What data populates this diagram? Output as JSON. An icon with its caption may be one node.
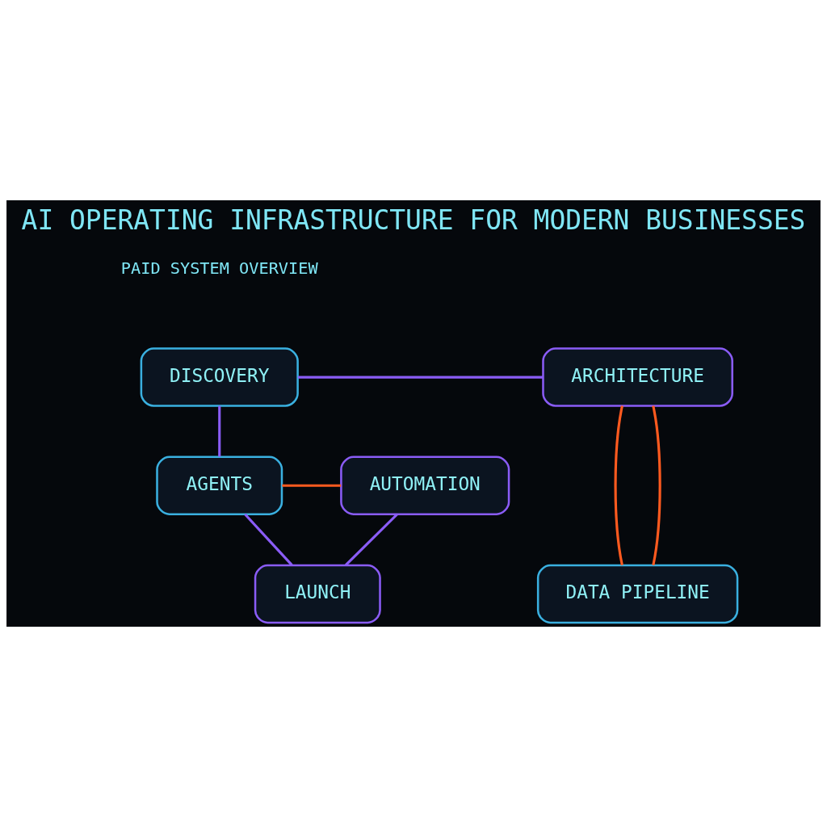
{
  "diagram": {
    "title": "AI OPERATING INFRASTRUCTURE FOR MODERN BUSINESSES",
    "nodes": [
      {
        "text": [
          "DISCOVERY"
        ]
      },
      {
        "text": [
          "ARCHITECTURE"
        ]
      },
      {
        "text": [
          "AUTOMATION"
        ]
      },
      {
        "text": [
          "AGENTS"
        ]
      },
      {
        "text": [
          "LAUNCH"
        ]
      },
      {
        "text": [
          "DATA PIPELINE"
        ]
      }
    ],
    "edges": [
      {
        "from": 0,
        "to": 1,
        "arrow": "none"
      },
      {
        "from": 0,
        "to": 3,
        "arrow": "none"
      },
      {
        "from": 1,
        "to": 5,
        "arrow": "none",
        "color": "#ff5a1f"
      },
      {
        "from": 1,
        "to": 5,
        "arrow": "none",
        "color": "#ff5a1f"
      },
      {
        "from": 3,
        "to": 2,
        "arrow": "none",
        "color": "#ff5a1f"
      },
      {
        "from": 2,
        "to": 4,
        "arrow": "none"
      },
      {
        "from": 3,
        "to": 4,
        "arrow": "none"
      }
    ],
    "labels": [
      "PAID SYSTEM OVERVIEW"
    ]
  }
}
